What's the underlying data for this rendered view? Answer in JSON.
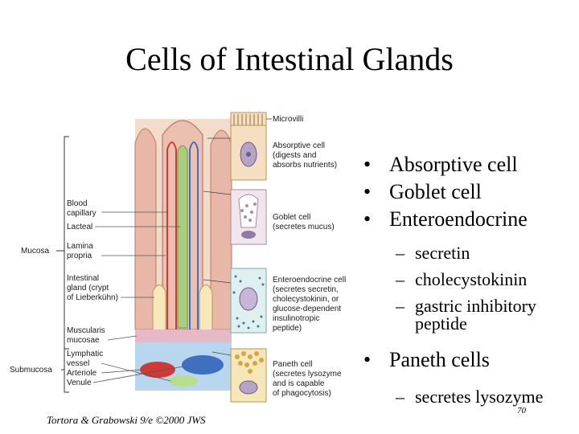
{
  "title": "Cells of Intestinal Glands",
  "bullets": {
    "absorptive": "Absorptive cell",
    "goblet": "Goblet cell",
    "enteroendocrine": "Enteroendocrine",
    "ee_hormones": [
      "secretin",
      "cholecystokinin",
      "gastric inhibitory"
    ],
    "ee_hormone_cont": "peptide",
    "paneth": "Paneth cells",
    "paneth_detail": "secretes lysozyme"
  },
  "bullet_symbol": "•",
  "dash_symbol": "–",
  "figure": {
    "left_labels": {
      "mucosa": "Mucosa",
      "submucosa": "Submucosa",
      "blood_capillary": [
        "Blood",
        "capillary"
      ],
      "lacteal": "Lacteal",
      "lamina_propria": [
        "Lamina",
        "propria"
      ],
      "intestinal_gland": [
        "Intestinal",
        "gland (crypt",
        "of Lieberkühn)"
      ],
      "muscularis_mucosae": [
        "Muscularis",
        "mucosae"
      ],
      "lymphatic_vessel": [
        "Lymphatic",
        "vessel"
      ],
      "arteriole": "Arteriole",
      "venule": "Venule"
    },
    "cell_labels": {
      "microvilli": "Microvilli",
      "absorptive": [
        "Absorptive cell",
        "(digests and",
        "absorbs nutrients)"
      ],
      "goblet": [
        "Goblet cell",
        "(secretes mucus)"
      ],
      "enteroendocrine": [
        "Enteroendocrine cell",
        "(secretes secretin,",
        "cholecystokinin, or",
        "glucose-dependent",
        "insulinotropic",
        "peptide)"
      ],
      "paneth": [
        "Paneth cell",
        "(secretes lysozyme",
        "and is capable",
        "of phagocytosis)"
      ]
    },
    "colors": {
      "tissue": "#f3dcc9",
      "mucosa_pink": "#e9b7a8",
      "vessel_red": "#cf3b34",
      "vessel_blue": "#3f6fbf",
      "lacteal_green": "#a8cf7c",
      "muscle": "#e7b8c6",
      "submucosa_blue": "#b9d6ef"
    }
  },
  "credit": "Tortora & Grabowski 9/e ©2000 JWS",
  "page_number": "70"
}
